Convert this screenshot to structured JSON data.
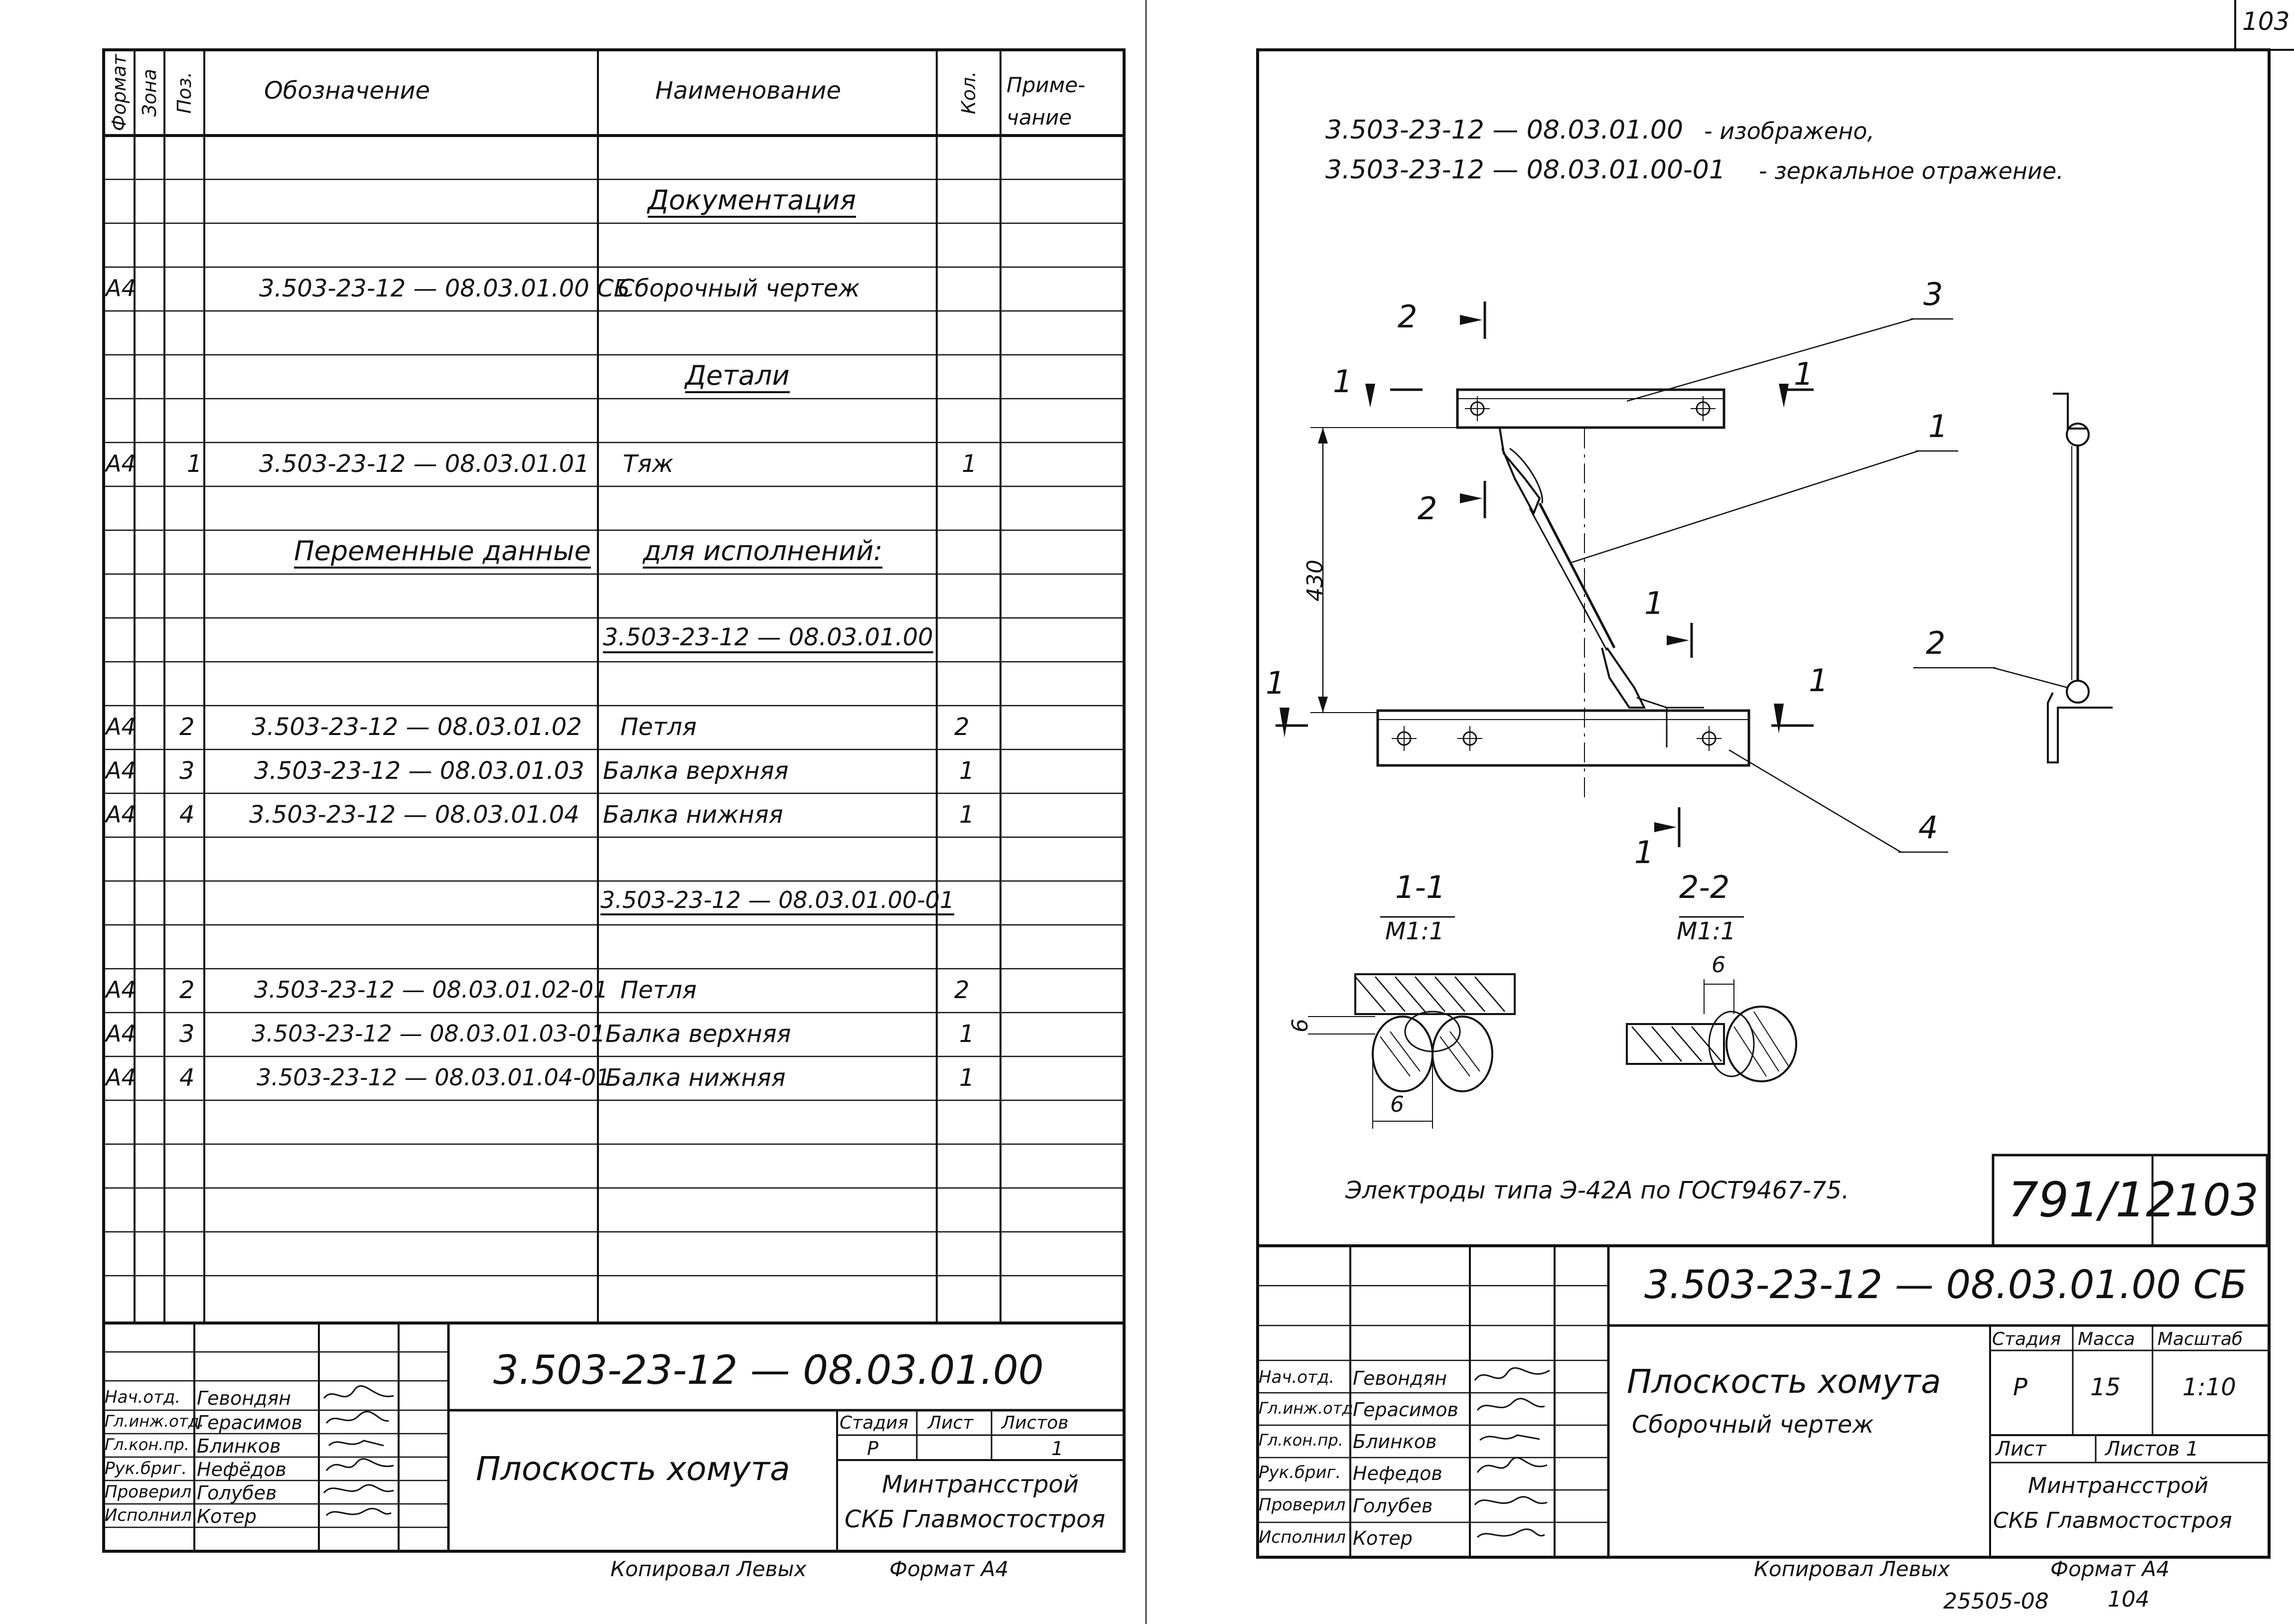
{
  "left_sheet": {
    "headers": {
      "format": "Формат",
      "zone": "Зона",
      "pos": "Поз.",
      "designation": "Обозначение",
      "name": "Наименование",
      "qty": "Кол.",
      "note_line1": "Приме-",
      "note_line2": "чание"
    },
    "sections": {
      "documentation": "Документация",
      "details": "Детали",
      "variable_left": "Переменные данные",
      "variable_right": "для исполнений:",
      "variant_a": "3.503-23-12 — 08.03.01.00",
      "variant_b": "3.503-23-12 — 08.03.01.00-01"
    },
    "rows": [
      {
        "format": "А4",
        "pos": "",
        "designation": "3.503-23-12 — 08.03.01.00 СБ",
        "name": "Сборочный чертеж",
        "qty": ""
      },
      {
        "format": "А4",
        "pos": "1",
        "designation": "3.503-23-12 — 08.03.01.01",
        "name": "Тяж",
        "qty": "1"
      },
      {
        "format": "А4",
        "pos": "2",
        "designation": "3.503-23-12 — 08.03.01.02",
        "name": "Петля",
        "qty": "2"
      },
      {
        "format": "А4",
        "pos": "3",
        "designation": "3.503-23-12 — 08.03.01.03",
        "name": "Балка верхняя",
        "qty": "1"
      },
      {
        "format": "А4",
        "pos": "4",
        "designation": "3.503-23-12 — 08.03.01.04",
        "name": "Балка нижняя",
        "qty": "1"
      },
      {
        "format": "А4",
        "pos": "2",
        "designation": "3.503-23-12 — 08.03.01.02-01",
        "name": "Петля",
        "qty": "2"
      },
      {
        "format": "А4",
        "pos": "3",
        "designation": "3.503-23-12 — 08.03.01.03-01",
        "name": "Балка верхняя",
        "qty": "1"
      },
      {
        "format": "А4",
        "pos": "4",
        "designation": "3.503-23-12 — 08.03.01.04-01",
        "name": "Балка нижняя",
        "qty": "1"
      }
    ],
    "title_block": {
      "code": "3.503-23-12 — 08.03.01.00",
      "title": "Плоскость хомута",
      "stage_label": "Стадия",
      "sheet_label": "Лист",
      "sheets_label": "Листов",
      "stage": "Р",
      "sheets": "1",
      "org_line1": "Минтрансстрой",
      "org_line2": "СКБ Главмостостроя",
      "people": [
        {
          "role": "Нач.отд.",
          "name": "Гевондян"
        },
        {
          "role": "Гл.инж.отд.",
          "name": "Герасимов"
        },
        {
          "role": "Гл.кон.пр.",
          "name": "Блинков"
        },
        {
          "role": "Рук.бриг.",
          "name": "Нефёдов"
        },
        {
          "role": "Проверил",
          "name": "Голубев"
        },
        {
          "role": "Исполнил",
          "name": "Котер"
        }
      ]
    },
    "footer": {
      "copied": "Копировал Левых",
      "format": "Формат А4"
    }
  },
  "right_sheet": {
    "page_number": "103",
    "notes": {
      "line1_code": "3.503-23-12 — 08.03.01.00",
      "line1_text": "- изображено,",
      "line2_code": "3.503-23-12 — 08.03.01.00-01",
      "line2_text": "- зеркальное отражение."
    },
    "drawing": {
      "dimension": "430",
      "callouts": [
        "1",
        "2",
        "3",
        "4"
      ],
      "section_marks": [
        "1",
        "1",
        "1",
        "1",
        "2",
        "2"
      ],
      "section_1_title": "1-1",
      "section_1_scale": "М1:1",
      "section_2_title": "2-2",
      "section_2_scale": "М1:1",
      "weld_dim": "6"
    },
    "electrodes_note": "Электроды типа Э-42А по ГОСТ9467-75.",
    "stamp": {
      "number": "791/12",
      "sheet": "103"
    },
    "title_block": {
      "code": "3.503-23-12 — 08.03.01.00 СБ",
      "title": "Плоскость хомута",
      "subtitle": "Сборочный чертеж",
      "stage_label": "Стадия",
      "mass_label": "Масса",
      "scale_label": "Масштаб",
      "stage": "Р",
      "mass": "15",
      "scale": "1:10",
      "sheet_label": "Лист",
      "sheets_label": "Листов 1",
      "org_line1": "Минтрансстрой",
      "org_line2": "СКБ Главмостостроя",
      "people": [
        {
          "role": "Нач.отд.",
          "name": "Гевондян"
        },
        {
          "role": "Гл.инж.отд.",
          "name": "Герасимов"
        },
        {
          "role": "Гл.кон.пр.",
          "name": "Блинков"
        },
        {
          "role": "Рук.бриг.",
          "name": "Нефедов"
        },
        {
          "role": "Проверил",
          "name": "Голубев"
        },
        {
          "role": "Исполнил",
          "name": "Котер"
        }
      ]
    },
    "footer": {
      "copied": "Копировал Левых",
      "format": "Формат А4",
      "handwritten": "25505-08",
      "handwritten_2": "104"
    }
  }
}
